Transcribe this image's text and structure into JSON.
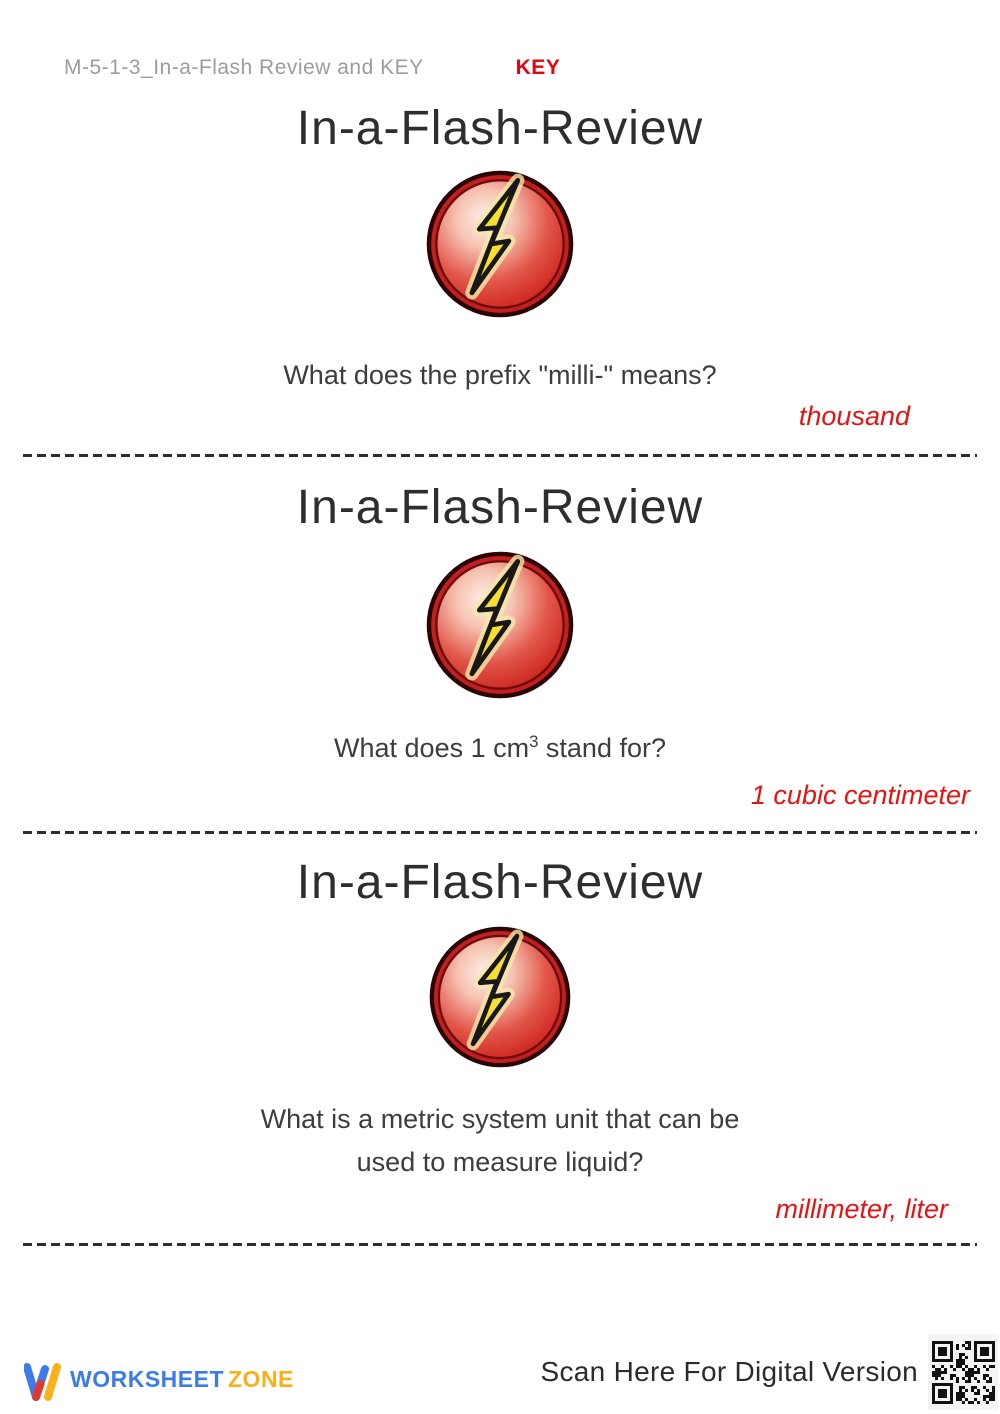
{
  "header": {
    "doc_title": "M-5-1-3_In-a-Flash Review and KEY",
    "key_label": "KEY"
  },
  "cards": [
    {
      "title": "In-a-Flash-Review",
      "question": "What does the prefix \"milli-\" means?",
      "answer": "thousand"
    },
    {
      "title": "In-a-Flash-Review",
      "question_pre": "What does 1 cm",
      "question_sup": "3",
      "question_post": " stand for?",
      "answer": "1 cubic centimeter"
    },
    {
      "title": "In-a-Flash-Review",
      "question_line1": "What is a metric system unit that can be",
      "question_line2": "used to measure liquid?",
      "answer": "millimeter, liter"
    }
  ],
  "icon": {
    "name": "flash-lightning-icon",
    "circle_color": "#c41f1f",
    "bolt_color": "#f6df31"
  },
  "footer": {
    "brand_worksheet": "WORKSHEET",
    "brand_zone": "ZONE",
    "scan_text": "Scan Here For Digital Version"
  },
  "colors": {
    "answer_red": "#e41414",
    "key_red": "#e20613",
    "title_dark": "#2e2e2e",
    "question_dark": "#3d3d3d",
    "header_gray": "#9c9c9c",
    "brand_blue": "#3d7bea",
    "brand_yellow": "#fbaf1a"
  }
}
